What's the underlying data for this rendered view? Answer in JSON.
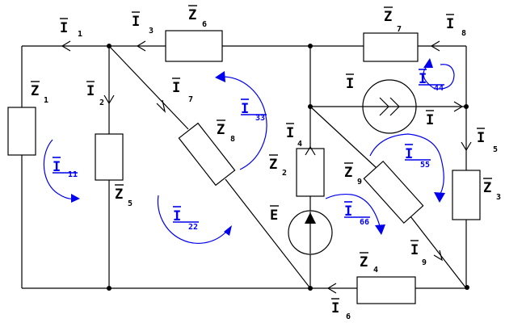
{
  "diagram": {
    "labels": {
      "I1": {
        "main": "I",
        "sub": "1"
      },
      "I2": {
        "main": "I",
        "sub": "2"
      },
      "I3": {
        "main": "I",
        "sub": "3"
      },
      "I4": {
        "main": "I",
        "sub": "4"
      },
      "I5": {
        "main": "I",
        "sub": "5"
      },
      "I6": {
        "main": "I",
        "sub": "6"
      },
      "I7": {
        "main": "I",
        "sub": "7"
      },
      "I8": {
        "main": "I",
        "sub": "8"
      },
      "I9": {
        "main": "I",
        "sub": "9"
      },
      "Iinner": {
        "main": "I",
        "sub": ""
      },
      "Ieq": {
        "main": "I",
        "sub": ""
      },
      "Z1": {
        "main": "Z",
        "sub": "1"
      },
      "Z2": {
        "main": "Z",
        "sub": "2"
      },
      "Z3": {
        "main": "Z",
        "sub": "3"
      },
      "Z4": {
        "main": "Z",
        "sub": "4"
      },
      "Z5": {
        "main": "Z",
        "sub": "5"
      },
      "Z6": {
        "main": "Z",
        "sub": "6"
      },
      "Z7": {
        "main": "Z",
        "sub": "7"
      },
      "Z8": {
        "main": "Z",
        "sub": "8"
      },
      "Z9": {
        "main": "Z",
        "sub": "9"
      },
      "E": {
        "main": "E",
        "sub": ""
      }
    },
    "loop_currents": {
      "I11": {
        "main": "I",
        "sub": "11"
      },
      "I22": {
        "main": "I",
        "sub": "22"
      },
      "I33": {
        "main": "I",
        "sub": "33"
      },
      "I44": {
        "main": "I",
        "sub": "44"
      },
      "I55": {
        "main": "I",
        "sub": "55"
      },
      "I66": {
        "main": "I",
        "sub": "66"
      }
    },
    "colors": {
      "wire": "#000000",
      "loop": "#0000ee",
      "background": "#ffffff"
    }
  }
}
